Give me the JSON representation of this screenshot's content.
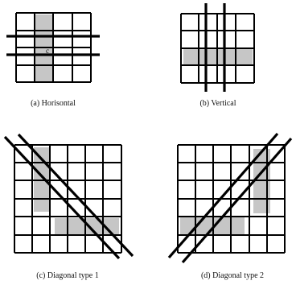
{
  "panels": [
    {
      "id": "horizontal",
      "caption": "(a) Horisontal",
      "cell_label": "c"
    },
    {
      "id": "vertical",
      "caption": "(b) Vertical"
    },
    {
      "id": "diagonal-1",
      "caption": "(c) Diagonal type  1"
    },
    {
      "id": "diagonal-2",
      "caption": "(d) Diagonal type 2"
    }
  ],
  "colors": {
    "line": "#000000",
    "shade": "#c6c6c6",
    "background": "#ffffff"
  }
}
